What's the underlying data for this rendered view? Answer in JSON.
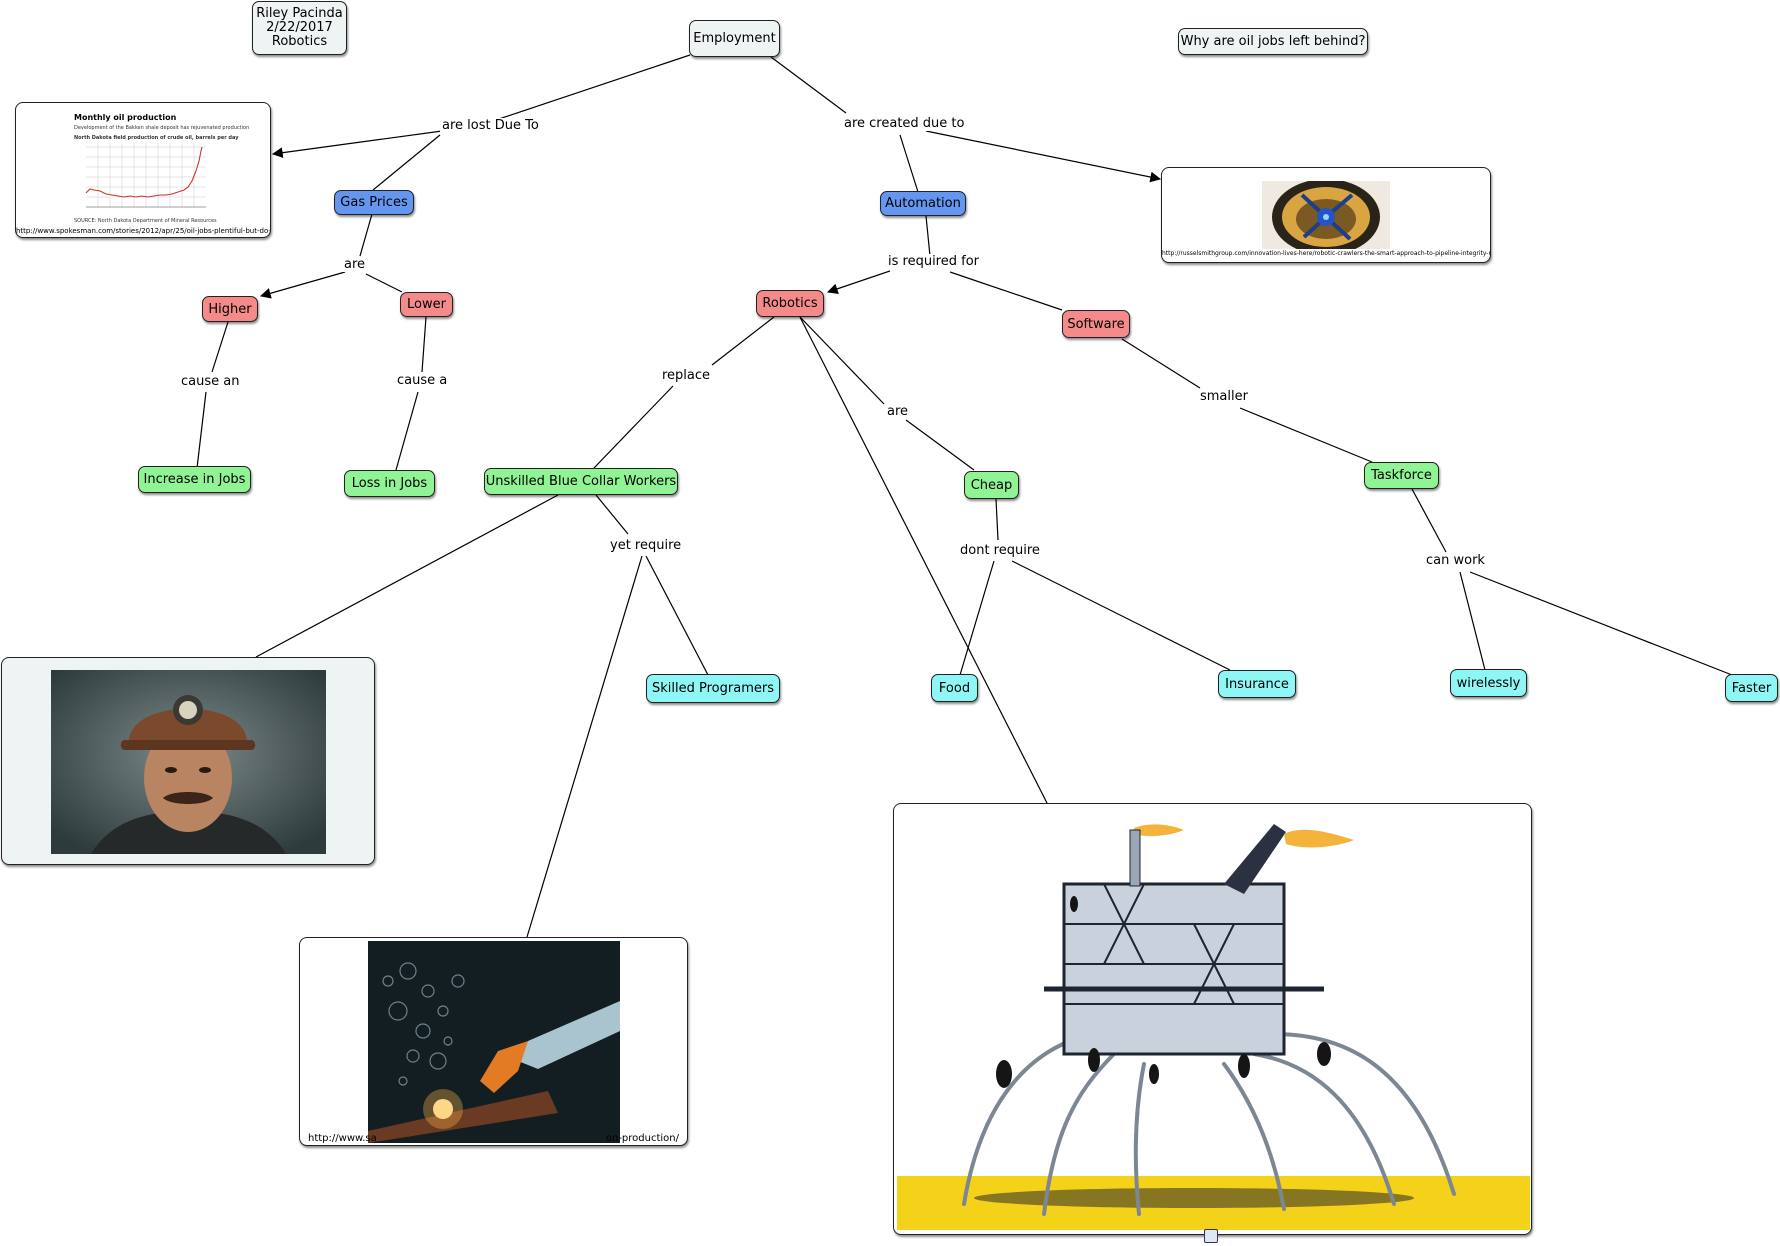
{
  "header": {
    "author": "Riley Pacinda",
    "date": "2/22/2017",
    "topic": "Robotics",
    "question": "Why are oil jobs left behind?"
  },
  "nodes": {
    "employment": "Employment",
    "gas_prices": "Gas Prices",
    "automation": "Automation",
    "higher": "Higher",
    "lower": "Lower",
    "robotics": "Robotics",
    "software": "Software",
    "increase_jobs": "Increase in Jobs",
    "loss_jobs": "Loss in Jobs",
    "unskilled": "Unskilled Blue Collar Workers",
    "cheap": "Cheap",
    "taskforce": "Taskforce",
    "skilled": "Skilled Programers",
    "food": "Food",
    "insurance": "Insurance",
    "wirelessly": "wirelessly",
    "faster": "Faster"
  },
  "links": {
    "lost_due_to": "are lost Due To",
    "created_due_to": "are created due to",
    "are_1": "are",
    "required_for": "is required for",
    "cause_an": "cause an",
    "cause_a": "cause a",
    "replace": "replace",
    "are_2": "are",
    "smaller": "smaller",
    "yet_require": "yet require",
    "dont_require": "dont require",
    "can_work": "can work"
  },
  "resources": {
    "oil_chart": {
      "title": "Monthly oil production",
      "subtitle": "Development of the Bakken shale deposit has rejuvenated production",
      "series_label": "North Dakota field production of crude oil, barrels per day",
      "source": "SOURCE: North Dakota Department of Mineral Resources",
      "url": "http://www.spokesman.com/stories/2012/apr/25/oil-jobs-plentiful-but-do-your-research-first/"
    },
    "crawler_image": {
      "url": "http://russelsmithgroup.com/innovation-lives-here/robotic-crawlers-the-smart-approach-to-pipeline-integrity-management/"
    },
    "welding_image": {
      "url_left": "http://www.sa",
      "url_right": "on-production/"
    }
  },
  "colors": {
    "gray": "#eef3f4",
    "blue": "#6496ef",
    "red": "#f48a8a",
    "green": "#90f394",
    "cyan": "#8ff6f6"
  },
  "icons": [
    "document-icon"
  ]
}
